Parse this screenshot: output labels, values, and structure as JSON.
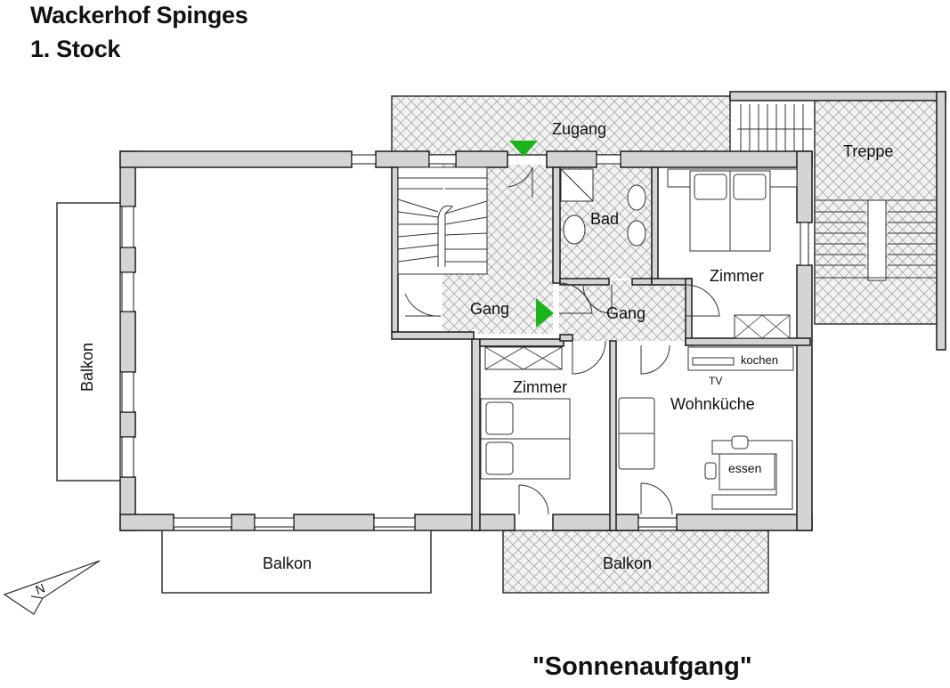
{
  "header": {
    "line1": "Wackerhof Spinges",
    "line2": "1. Stock"
  },
  "footer": {
    "apartment_name": "\"Sonnenaufgang\""
  },
  "rooms": {
    "zugang": "Zugang",
    "treppe": "Treppe",
    "bad": "Bad",
    "zimmer_east": "Zimmer",
    "gang_left": "Gang",
    "gang_right": "Gang",
    "zimmer_south": "Zimmer",
    "wohnkueche": "Wohnküche",
    "kochen": "kochen",
    "tv": "TV",
    "essen": "essen",
    "balkon_west": "Balkon",
    "balkon_south_left": "Balkon",
    "balkon_south_right": "Balkon"
  },
  "north_arrow": {
    "letter": "N"
  },
  "colors": {
    "wall_fill": "#d4d4d4",
    "wall_stroke": "#1a1a1a",
    "hatch": "#9a9a9a",
    "entrance_marker": "#19b519"
  }
}
